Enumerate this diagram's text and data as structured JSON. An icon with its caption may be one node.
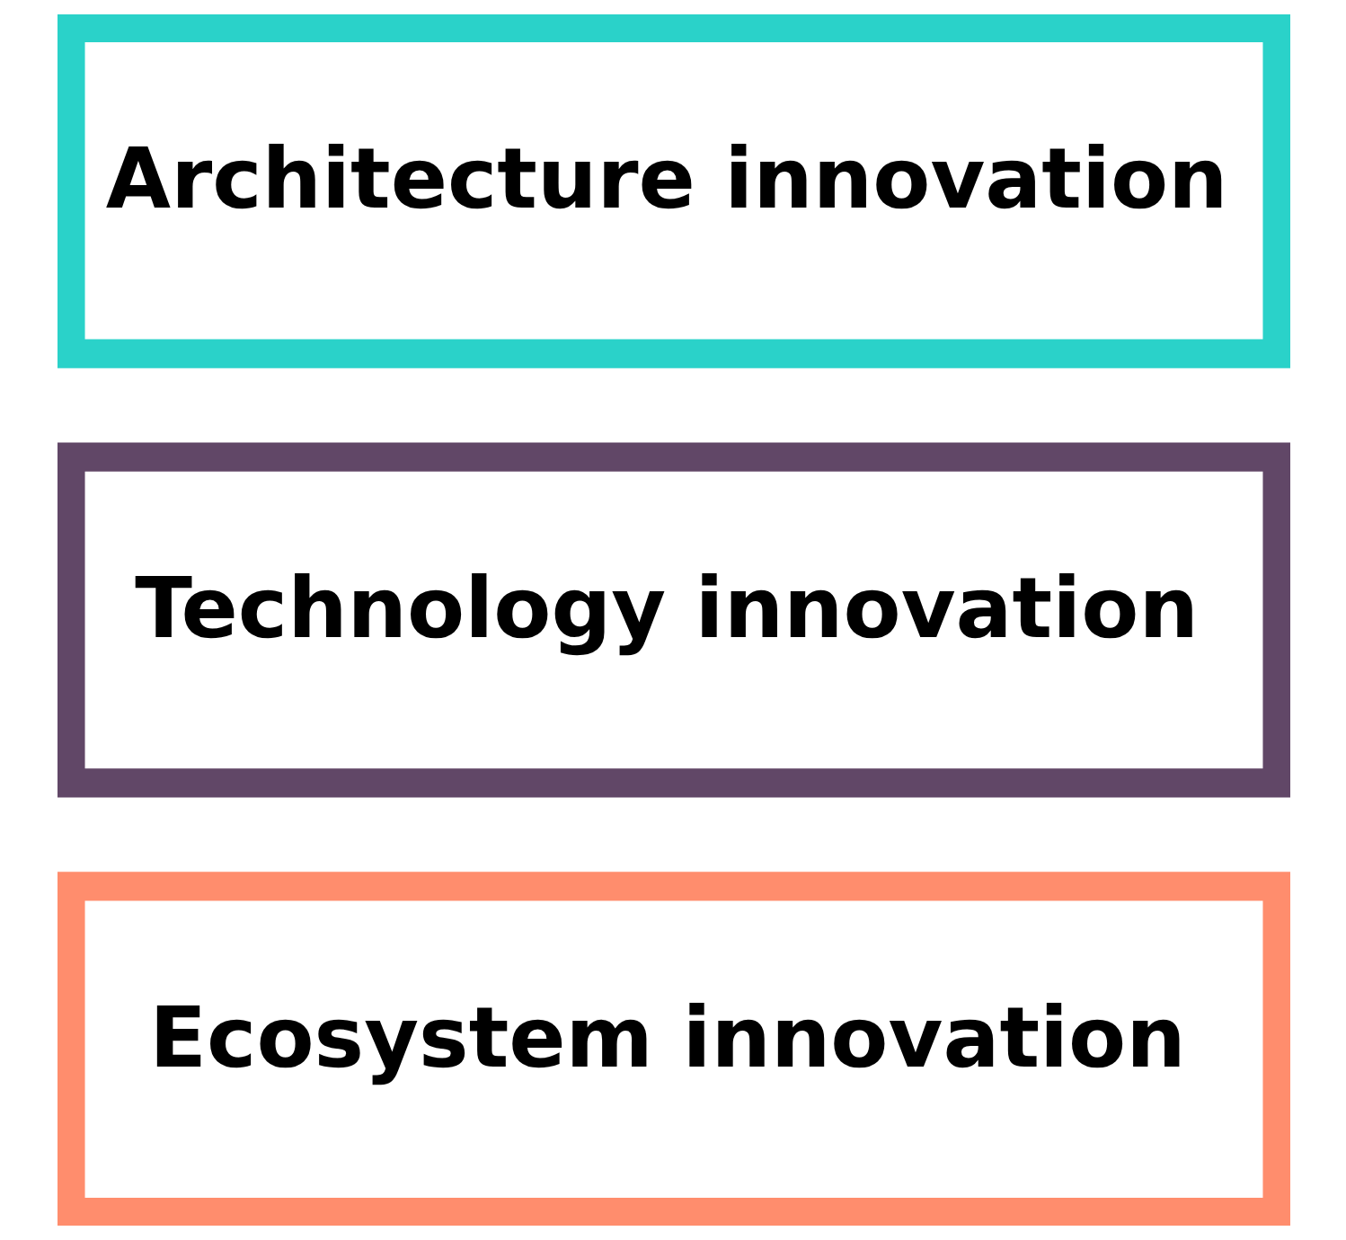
{
  "diagram": {
    "nodes": [
      {
        "text": [
          "Architecture innovation"
        ]
      },
      {
        "text": [
          "Technology innovation"
        ]
      },
      {
        "text": [
          "Ecosystem innovation"
        ]
      }
    ]
  }
}
